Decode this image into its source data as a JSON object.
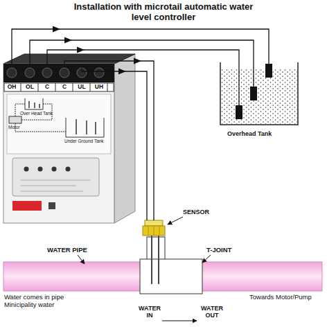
{
  "diagram": {
    "title": "Installation with microtail automatic water level controller",
    "nodes": [
      {
        "text": [
          "OH",
          "OL",
          "C",
          "C",
          "UL",
          "UH",
          "Over Head Tank",
          "Motor",
          "Under Ground Tank"
        ]
      },
      {
        "text": [
          "Overhead Tank"
        ]
      },
      {
        "text": [
          "SENSOR"
        ]
      }
    ],
    "edges": [
      {
        "from": 0,
        "to": 1,
        "arrow": "to"
      },
      {
        "from": 0,
        "to": 1,
        "arrow": "to"
      },
      {
        "from": 0,
        "to": 1,
        "arrow": "to"
      },
      {
        "from": 0,
        "to": 2,
        "arrow": "to"
      },
      {
        "from": 0,
        "to": 2,
        "arrow": "to"
      }
    ],
    "labels": [
      "WATER PIPE",
      "T-JOINT",
      "Water comes in pipe Minicipality water",
      "Towards Motor/Pump",
      "WATER IN",
      "WATER OUT"
    ]
  }
}
